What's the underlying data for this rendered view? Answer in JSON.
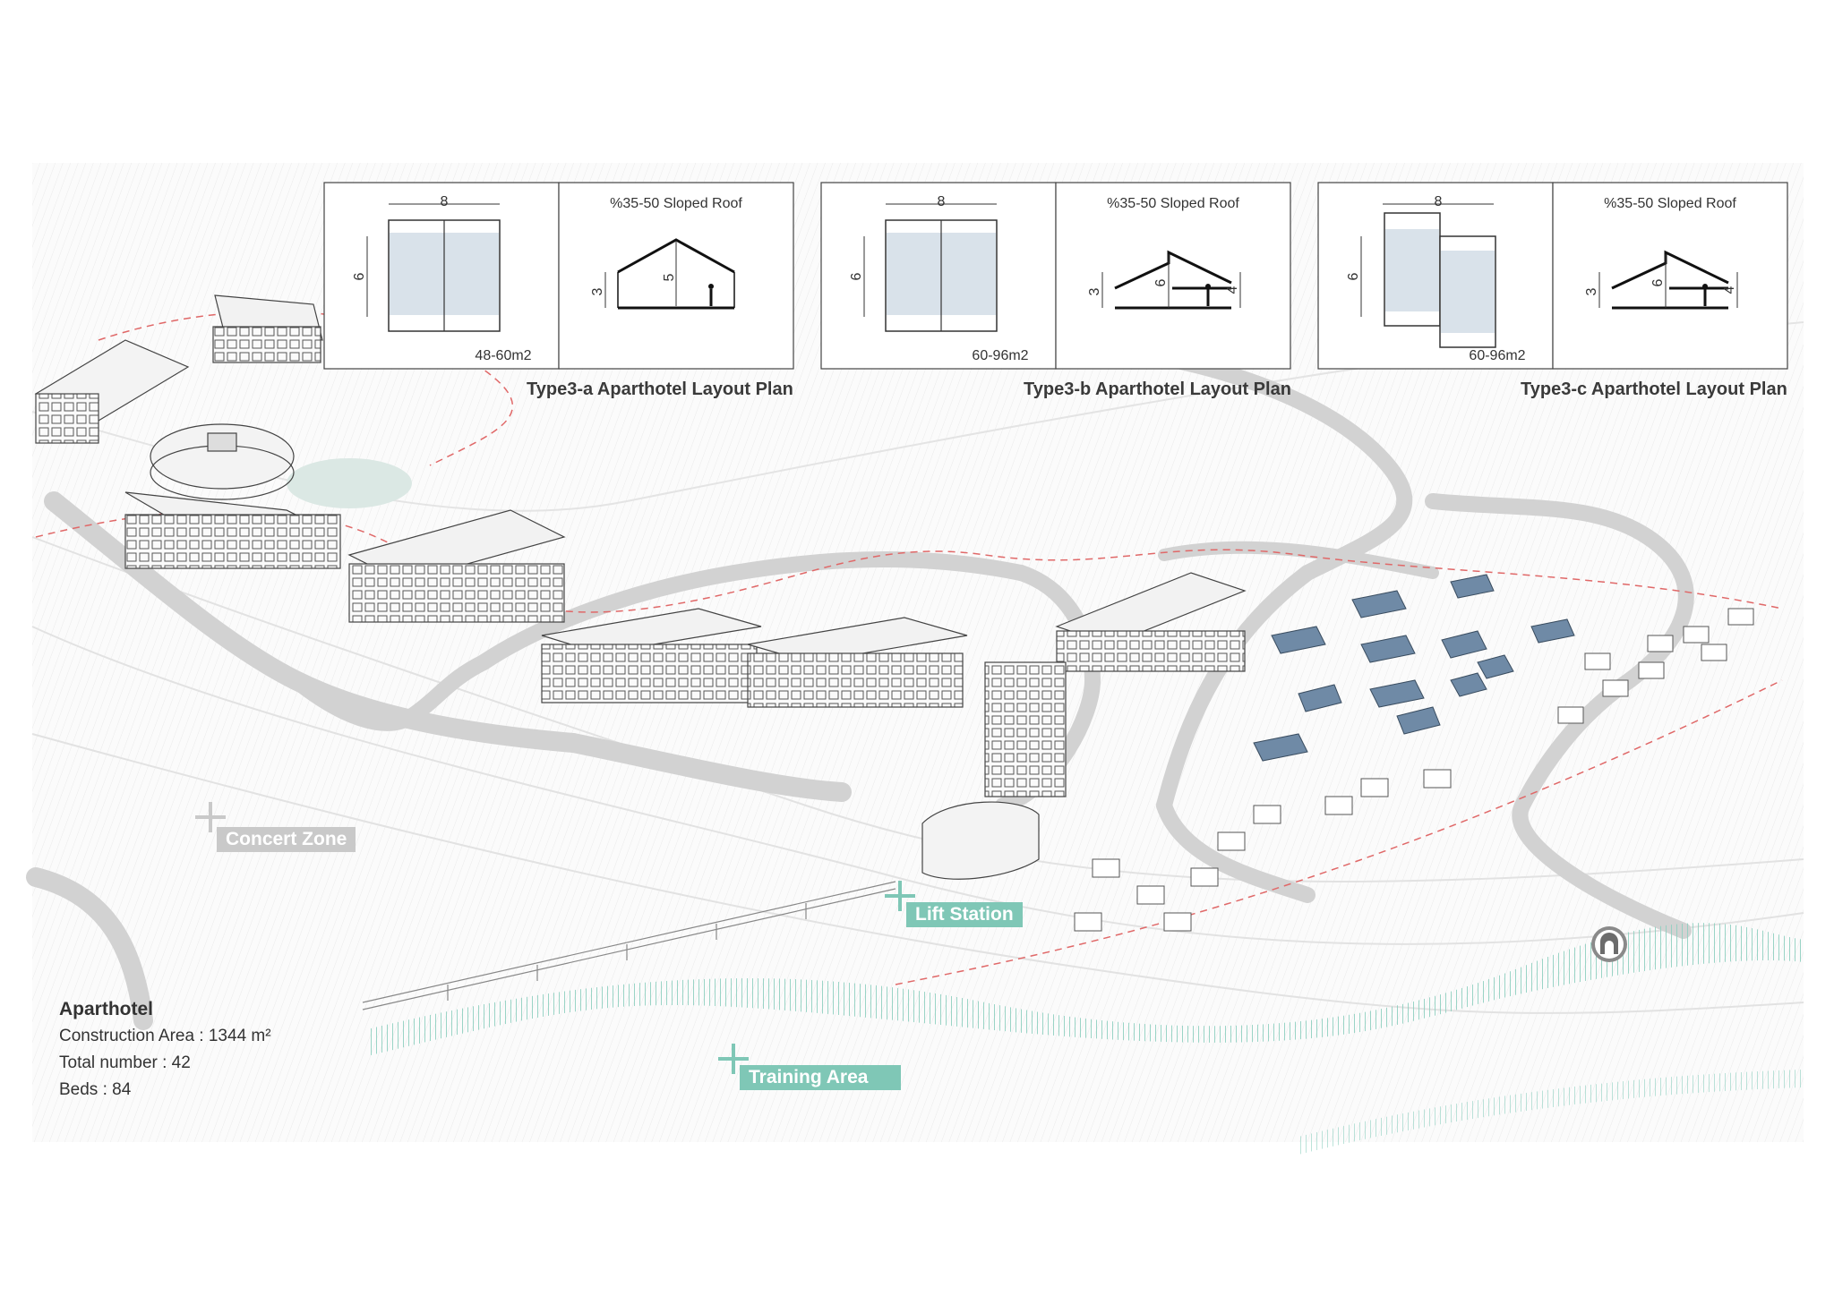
{
  "plans": [
    {
      "title": "Type3-a Aparthotel Layout Plan",
      "plan_width": "8",
      "plan_depth": "6",
      "area": "48-60m2",
      "roof_title": "%35-50 Sloped Roof",
      "wall_height": "3",
      "ridge_height": "5",
      "mezz_height": ""
    },
    {
      "title": "Type3-b Aparthotel Layout Plan",
      "plan_width": "8",
      "plan_depth": "6",
      "area": "60-96m2",
      "roof_title": "%35-50 Sloped Roof",
      "wall_height": "3",
      "ridge_height": "6",
      "mezz_height": "4"
    },
    {
      "title": "Type3-c Aparthotel Layout Plan",
      "plan_width": "8",
      "plan_depth": "6",
      "area": "60-96m2",
      "roof_title": "%35-50 Sloped Roof",
      "wall_height": "3",
      "ridge_height": "6",
      "mezz_height": "4"
    }
  ],
  "zones": {
    "concert": "Concert Zone",
    "lift": "Lift Station",
    "training": "Training Area"
  },
  "info": {
    "heading": "Aparthotel",
    "construction_area": "Construction Area : 1344 m²",
    "total_number": "Total number : 42",
    "beds": "Beds : 84"
  },
  "colors": {
    "accent": "#7fc7b6",
    "concert_label_bg": "#c9c9c9",
    "plan_fill": "#d9e2ea",
    "road": "#d0d0d0",
    "boundary": "#e06868",
    "roof_blue": "#6f8aa6"
  }
}
